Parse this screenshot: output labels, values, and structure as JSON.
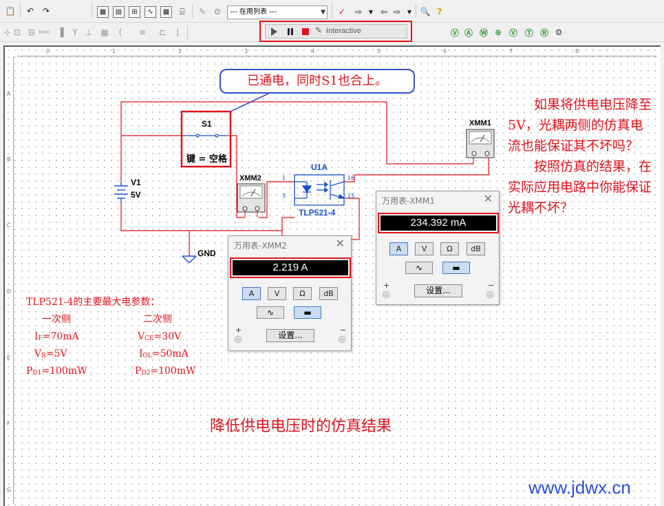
{
  "toolbar": {
    "list_combo": "--- 在用列表 ---",
    "interactive_label": "Interactive"
  },
  "ruler": {
    "columns": [
      "0",
      "1",
      "2",
      "3",
      "4",
      "5",
      "6",
      "7",
      "8"
    ],
    "rows": [
      "A",
      "B",
      "C",
      "D",
      "E",
      "F",
      "G"
    ]
  },
  "schematic": {
    "switch_label": "S1",
    "switch_key": "键 = 空格",
    "source_label": "V1",
    "source_value": "5V",
    "ground_label": "GND",
    "xmm2_label": "XMM2",
    "xmm1_label": "XMM1",
    "opto_ref": "U1A",
    "opto_part": "TLP521-4",
    "pin1": "1",
    "pin3": "3",
    "pin16": "16",
    "pin15": "15"
  },
  "callout_powered": "已通电，同时S1也合上。",
  "question": {
    "p1": "如果将供电电压降至5V，光耦两侧的仿真电流也能保证其不坏吗？",
    "p2": "按照仿真的结果，在实际应用电路中你能保证光耦不坏？"
  },
  "params": {
    "title": "TLP521-4的主要最大电参数：",
    "primary": "一次侧",
    "secondary": "二次侧",
    "if_main": "I",
    "if_sub": "F",
    "if_val": "=70mA",
    "vr_main": "V",
    "vr_sub": "R",
    "vr_val": "=5V",
    "pd1_main": "P",
    "pd1_sub": "D1",
    "pd1_val": "=100mW",
    "vce_main": "V",
    "vce_sub": "CE",
    "vce_val": "=30V",
    "iol_main": "I",
    "iol_sub": "OL",
    "iol_val": "=50mA",
    "pd2_main": "P",
    "pd2_sub": "D2",
    "pd2_val": "=100mW"
  },
  "caption": "降低供电电压时的仿真结果",
  "watermark": "www.jdwx.cn",
  "meter_xmm2": {
    "title": "万用表-XMM2",
    "reading": "2.219 A",
    "modes": [
      "A",
      "V",
      "Ω",
      "dB"
    ],
    "settings": "设置...",
    "plus": "+",
    "minus": "−"
  },
  "meter_xmm1": {
    "title": "万用表-XMM1",
    "reading": "234.392 mA",
    "modes": [
      "A",
      "V",
      "Ω",
      "dB"
    ],
    "settings": "设置...",
    "plus": "+",
    "minus": "−"
  },
  "colors": {
    "wire": "#e0121b",
    "component": "#1a4fd0",
    "annotation": "#e0121b",
    "callout_border": "#3350c6"
  }
}
